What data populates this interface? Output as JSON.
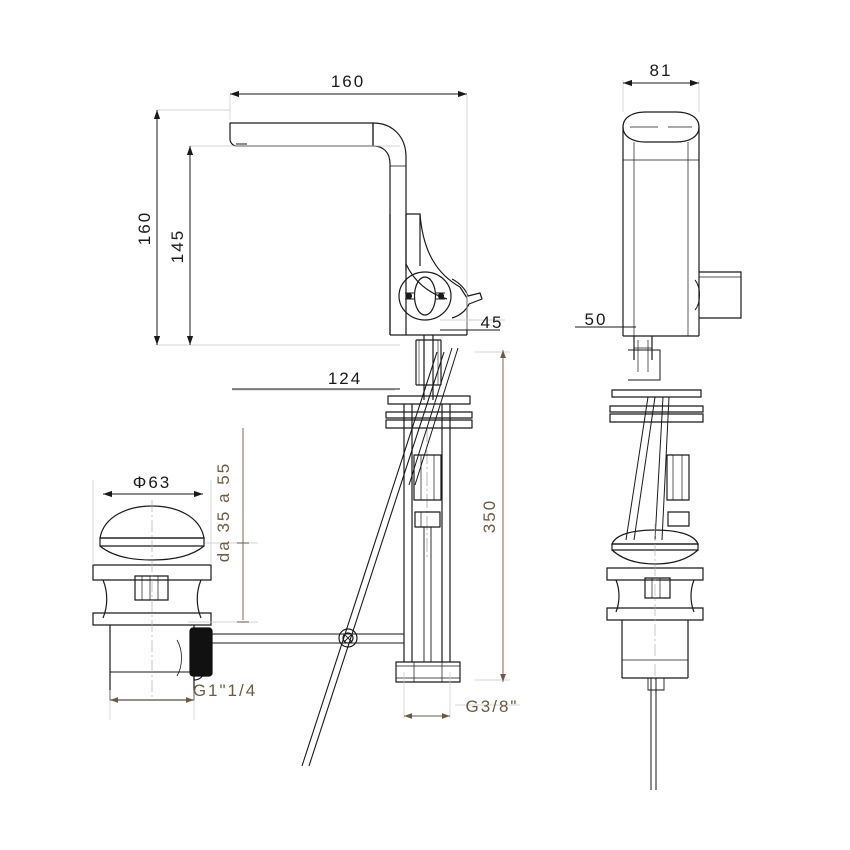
{
  "drawing": {
    "title": "Washbasin mixer tap technical drawing",
    "background_color": "#ffffff",
    "line_color": "#1a1a1a",
    "dimension_color_black": "#1a1a1a",
    "dimension_color_tan": "#6b5b47",
    "views": [
      {
        "name": "front-elevation",
        "label": ""
      },
      {
        "name": "side-elevation",
        "label": ""
      },
      {
        "name": "pop-up-waste-detail",
        "label": ""
      }
    ]
  },
  "dimensions": {
    "spout_reach": "160",
    "total_height": "160",
    "spout_height": "145",
    "handle_offset": "45",
    "body_depth": "124",
    "side_width": "81",
    "side_offset": "50",
    "tail_length": "350",
    "waste_diameter": "Φ63",
    "basin_thickness": "da 35 a 55",
    "waste_thread": "G1\"1/4",
    "supply_thread": "G3/8\""
  },
  "labels": [
    {
      "id": "dim-160-top",
      "text": "160",
      "color": "#1a1a1a",
      "rotated": false
    },
    {
      "id": "dim-160-left",
      "text": "160",
      "color": "#1a1a1a",
      "rotated": true
    },
    {
      "id": "dim-145",
      "text": "145",
      "color": "#1a1a1a",
      "rotated": true
    },
    {
      "id": "dim-45",
      "text": "45",
      "color": "#1a1a1a",
      "rotated": false
    },
    {
      "id": "dim-124",
      "text": "124",
      "color": "#1a1a1a",
      "rotated": false
    },
    {
      "id": "dim-81",
      "text": "81",
      "color": "#1a1a1a",
      "rotated": false
    },
    {
      "id": "dim-50",
      "text": "50",
      "color": "#1a1a1a",
      "rotated": false
    },
    {
      "id": "dim-350",
      "text": "350",
      "color": "#6b5b47",
      "rotated": true
    },
    {
      "id": "dim-phi63",
      "text": "Φ63",
      "color": "#1a1a1a",
      "rotated": false
    },
    {
      "id": "dim-da35a55",
      "text": "da 35 a 55",
      "color": "#6b5b47",
      "rotated": true
    },
    {
      "id": "dim-g114",
      "text": "G1\"1/4",
      "color": "#6b5b47",
      "rotated": false
    },
    {
      "id": "dim-g38",
      "text": "G3/8\"",
      "color": "#6b5b47",
      "rotated": false
    }
  ]
}
